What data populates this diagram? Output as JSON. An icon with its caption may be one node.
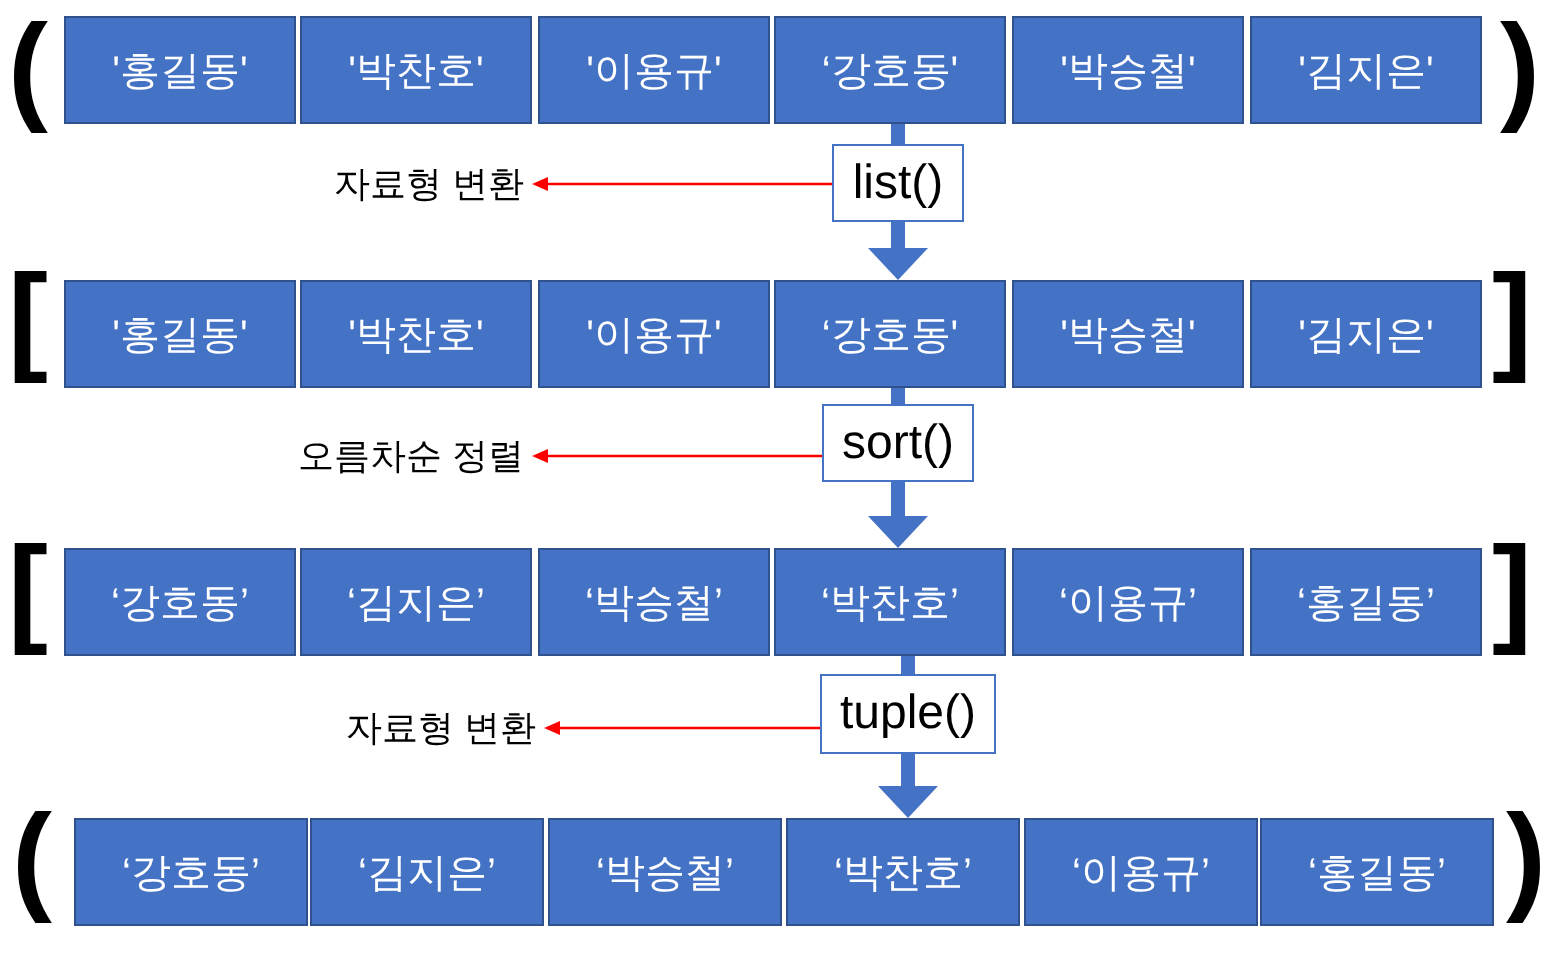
{
  "diagram": {
    "nodes": [
      {
        "text": [
          "'홍길동'"
        ]
      },
      {
        "text": [
          "'박찬호'"
        ]
      },
      {
        "text": [
          "'이용규'"
        ]
      },
      {
        "text": [
          "‘강호동'"
        ]
      },
      {
        "text": [
          "'박승철'"
        ]
      },
      {
        "text": [
          "'김지은'"
        ]
      },
      {
        "text": [
          "자료형 변환"
        ]
      },
      {
        "text": [
          "list()"
        ]
      },
      {
        "text": [
          "'홍길동'"
        ]
      },
      {
        "text": [
          "'박찬호'"
        ]
      },
      {
        "text": [
          "'이용규'"
        ]
      },
      {
        "text": [
          "‘강호동'"
        ]
      },
      {
        "text": [
          "'박승철'"
        ]
      },
      {
        "text": [
          "'김지은'"
        ]
      },
      {
        "text": [
          "오름차순 정렬"
        ]
      },
      {
        "text": [
          "sort()"
        ]
      },
      {
        "text": [
          "‘강호동’"
        ]
      },
      {
        "text": [
          "‘김지은’"
        ]
      },
      {
        "text": [
          "‘박승철’"
        ]
      },
      {
        "text": [
          "‘박찬호’"
        ]
      },
      {
        "text": [
          "‘이용규’"
        ]
      },
      {
        "text": [
          "‘홍길동’"
        ]
      },
      {
        "text": [
          "자료형 변환"
        ]
      },
      {
        "text": [
          "tuple()"
        ]
      },
      {
        "text": [
          "‘강호동’"
        ]
      },
      {
        "text": [
          "‘김지은’"
        ]
      },
      {
        "text": [
          "‘박승철’"
        ]
      },
      {
        "text": [
          "‘박찬호’"
        ]
      },
      {
        "text": [
          "‘이용규’"
        ]
      },
      {
        "text": [
          "‘홍길동’"
        ]
      }
    ],
    "edges": [
      {
        "from": 3,
        "to": 7,
        "arrow": "none"
      },
      {
        "from": 7,
        "to": 6,
        "arrow": "to",
        "color": "#ff0000"
      },
      {
        "from": 7,
        "to": 11,
        "arrow": "to"
      },
      {
        "from": 11,
        "to": 15,
        "arrow": "none"
      },
      {
        "from": 15,
        "to": 14,
        "arrow": "to",
        "color": "#ff0000"
      },
      {
        "from": 15,
        "to": 19,
        "arrow": "to"
      },
      {
        "from": 19,
        "to": 23,
        "arrow": "none"
      },
      {
        "from": 23,
        "to": 22,
        "arrow": "to",
        "color": "#ff0000"
      },
      {
        "from": 23,
        "to": 27,
        "arrow": "to"
      }
    ],
    "labels": [
      "(",
      ")",
      "[",
      "]",
      "[",
      "]",
      "(",
      ")"
    ]
  }
}
